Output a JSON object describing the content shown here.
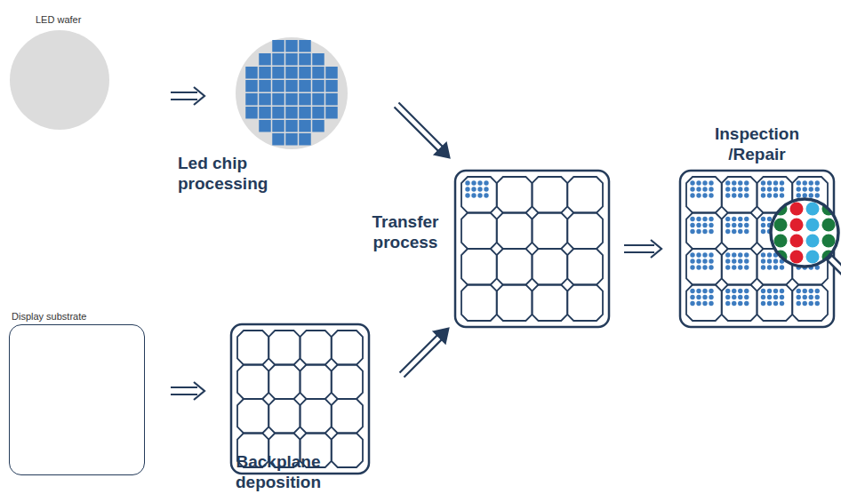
{
  "diagram": {
    "nodes": [
      {
        "text": [
          "LED wafer"
        ]
      },
      {
        "text": [
          "Display substrate"
        ]
      },
      {
        "text": [
          "Inspection /Repair"
        ]
      }
    ],
    "labels": [
      "Led chip processing",
      "Transfer process",
      "Backplane deposition"
    ]
  }
}
